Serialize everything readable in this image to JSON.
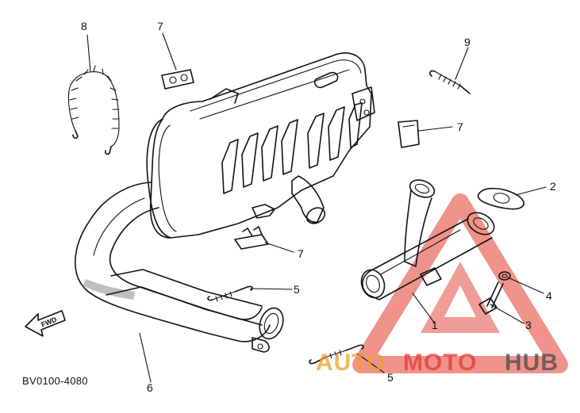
{
  "diagram": {
    "part_code": "BV0100-4080",
    "direction_arrow_label": "FWD",
    "callouts": [
      {
        "number": "1"
      },
      {
        "number": "2"
      },
      {
        "number": "3"
      },
      {
        "number": "4"
      },
      {
        "number": "5"
      },
      {
        "number": "5"
      },
      {
        "number": "6"
      },
      {
        "number": "7"
      },
      {
        "number": "7"
      },
      {
        "number": "7"
      },
      {
        "number": "8"
      },
      {
        "number": "9"
      }
    ]
  },
  "watermark": {
    "part_auto": "AUTO",
    "part_moto": "MOTO",
    "part_hub": "HUB",
    "colors": {
      "auto": "#f0a030",
      "moto": "#e23a2e",
      "hub": "#4a4a4a",
      "triangle": "#e23a2e"
    }
  }
}
